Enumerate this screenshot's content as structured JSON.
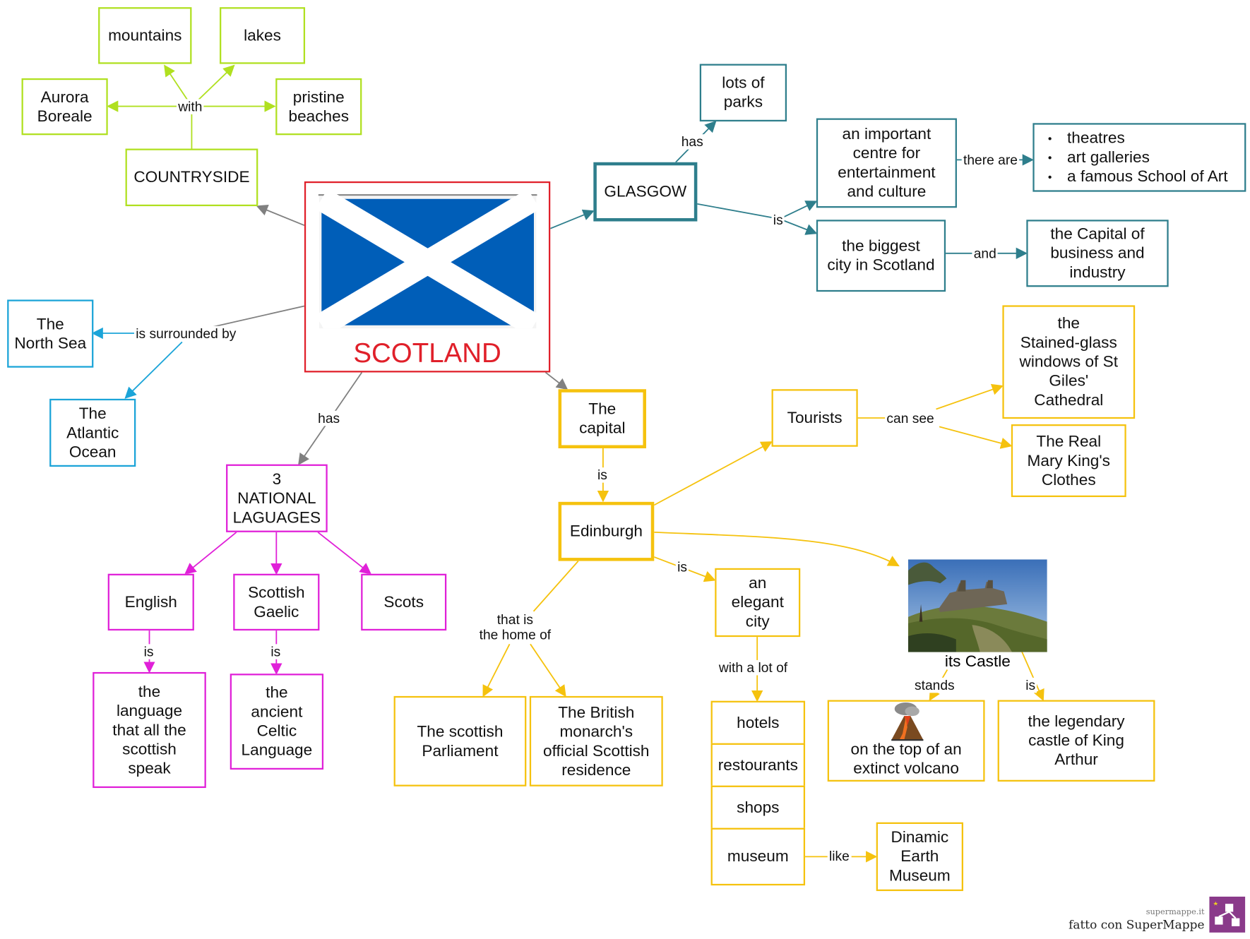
{
  "colors": {
    "green": "#b0e020",
    "teal": "#2e7e8c",
    "blue": "#1ba4d8",
    "magenta": "#e020d8",
    "gold": "#f5c20e",
    "red": "#e0202a",
    "gray": "#808080",
    "flag_blue": "#005eb8"
  },
  "center": {
    "title": "SCOTLAND",
    "image": "scotland-flag-icon"
  },
  "countryside": {
    "title": "COUNTRYSIDE",
    "link_with": "with",
    "mountains": "mountains",
    "lakes": "lakes",
    "aurora": [
      "Aurora",
      "Boreale"
    ],
    "beaches": [
      "pristine",
      "beaches"
    ]
  },
  "seas": {
    "link": "is surrounded by",
    "north_sea": [
      "The",
      "North Sea"
    ],
    "atlantic": [
      "The",
      "Atlantic",
      "Ocean"
    ]
  },
  "languages": {
    "link_has": "has",
    "title": [
      "3",
      "NATIONAL",
      "LAGUAGES"
    ],
    "english": "English",
    "gaelic": [
      "Scottish",
      "Gaelic"
    ],
    "scots": "Scots",
    "link_is_1": "is",
    "link_is_2": "is",
    "english_desc": [
      "the",
      "language",
      "that all the",
      "scottish",
      "speak"
    ],
    "gaelic_desc": [
      "the",
      "ancient",
      "Celtic",
      "Language"
    ]
  },
  "glasgow": {
    "title": "GLASGOW",
    "link_has": "has",
    "parks": [
      "lots of",
      "parks"
    ],
    "link_is": "is",
    "entertainment": [
      "an important",
      "centre for",
      "entertainment",
      "and culture"
    ],
    "link_there_are": "there are",
    "features": [
      "theatres",
      "art galleries",
      "a famous School of Art"
    ],
    "biggest": [
      "the biggest",
      "city in Scotland"
    ],
    "link_and": "and",
    "business": [
      "the Capital of",
      "business and",
      "industry"
    ]
  },
  "capital": {
    "title": [
      "The",
      "capital"
    ],
    "link_is": "is",
    "edinburgh": "Edinburgh",
    "tourists": "Tourists",
    "link_can_see": "can see",
    "stained_glass": [
      "the",
      "Stained-glass",
      "windows of St",
      "Giles'",
      "Cathedral"
    ],
    "mary_king": [
      "The Real",
      "Mary King's",
      "Clothes"
    ],
    "link_home": [
      "that is",
      "the home of"
    ],
    "parliament": [
      "The scottish",
      "Parliament"
    ],
    "monarch": [
      "The British",
      "monarch's",
      "official Scottish",
      "residence"
    ],
    "link_is_elegant": "is",
    "elegant": [
      "an",
      "elegant",
      "city"
    ],
    "link_lot": "with a lot of",
    "amenities": [
      "hotels",
      "restourants",
      "shops",
      "museum"
    ],
    "link_like": "like",
    "dynamic_earth": [
      "Dinamic",
      "Earth",
      "Museum"
    ],
    "castle_label": "its Castle",
    "castle_image": "castle-photo-icon",
    "link_stands": "stands",
    "link_is_castle": "is",
    "volcano": [
      "on the top of an",
      "extinct volcano"
    ],
    "volcano_icon": "volcano-icon",
    "arthur": [
      "the legendary",
      "castle of King",
      "Arthur"
    ]
  },
  "footer": {
    "small": "supermappe.it",
    "big": "fatto con SuperMappe",
    "logo": "supermappe-logo-icon"
  }
}
